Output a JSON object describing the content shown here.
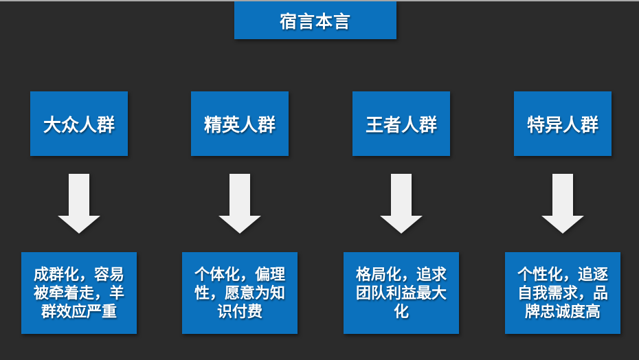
{
  "page": {
    "background_color": "#2b2b2b",
    "accent_blue": "#0b71bd",
    "arrow_color": "#f0f0f0",
    "top_border_color": "#ababab",
    "text_color": "#ffffff"
  },
  "title": {
    "label": "宿言本言"
  },
  "columns": [
    {
      "group": "大众人群",
      "description": "成群化，容易\n被牵着走，羊\n群效应严重"
    },
    {
      "group": "精英人群",
      "description": "个体化，偏理\n性，愿意为知\n识付费"
    },
    {
      "group": "王者人群",
      "description": "格局化，追求\n团队利益最大\n化"
    },
    {
      "group": "特异人群",
      "description": "个性化，追逐\n自我需求，品\n牌忠诚度高"
    }
  ]
}
